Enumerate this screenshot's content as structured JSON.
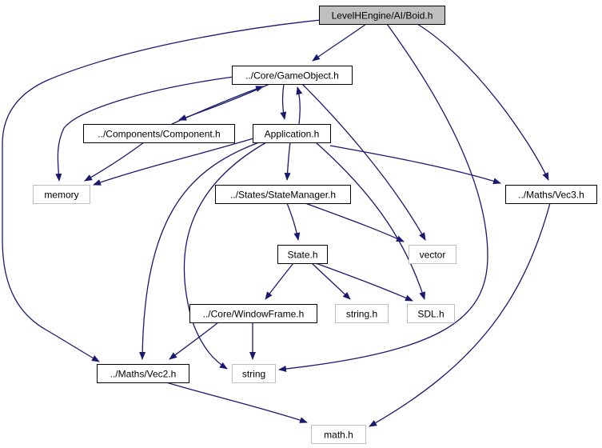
{
  "colors": {
    "edge": "#191970",
    "node_border": "#000000",
    "system_border": "#bfbfbf",
    "root_fill": "#bfbfbf",
    "node_fill": "#ffffff",
    "label_text": "#000000"
  },
  "nodes": [
    {
      "id": "boid",
      "label": "LevelHEngine/AI/Boid.h",
      "kind": "root"
    },
    {
      "id": "gameobject",
      "label": "../Core/GameObject.h",
      "kind": "header"
    },
    {
      "id": "component",
      "label": "../Components/Component.h",
      "kind": "header"
    },
    {
      "id": "application",
      "label": "Application.h",
      "kind": "header"
    },
    {
      "id": "memory",
      "label": "memory",
      "kind": "system"
    },
    {
      "id": "statemanager",
      "label": "../States/StateManager.h",
      "kind": "header"
    },
    {
      "id": "vec3",
      "label": "../Maths/Vec3.h",
      "kind": "header"
    },
    {
      "id": "state",
      "label": "State.h",
      "kind": "header"
    },
    {
      "id": "vector",
      "label": "vector",
      "kind": "system"
    },
    {
      "id": "windowframe",
      "label": "../Core/WindowFrame.h",
      "kind": "header"
    },
    {
      "id": "stringh",
      "label": "string.h",
      "kind": "system"
    },
    {
      "id": "sdl",
      "label": "SDL.h",
      "kind": "system"
    },
    {
      "id": "vec2",
      "label": "../Maths/Vec2.h",
      "kind": "header"
    },
    {
      "id": "string",
      "label": "string",
      "kind": "system"
    },
    {
      "id": "math",
      "label": "math.h",
      "kind": "system"
    }
  ],
  "edges": [
    {
      "from": "boid",
      "to": "gameobject"
    },
    {
      "from": "boid",
      "to": "vec2"
    },
    {
      "from": "boid",
      "to": "string"
    },
    {
      "from": "boid",
      "to": "vec3"
    },
    {
      "from": "gameobject",
      "to": "component"
    },
    {
      "from": "gameobject",
      "to": "memory"
    },
    {
      "from": "gameobject",
      "to": "application"
    },
    {
      "from": "gameobject",
      "to": "vector"
    },
    {
      "from": "component",
      "to": "gameobject"
    },
    {
      "from": "component",
      "to": "memory"
    },
    {
      "from": "application",
      "to": "gameobject"
    },
    {
      "from": "application",
      "to": "memory"
    },
    {
      "from": "application",
      "to": "statemanager"
    },
    {
      "from": "application",
      "to": "vec3"
    },
    {
      "from": "application",
      "to": "vec2"
    },
    {
      "from": "application",
      "to": "string"
    },
    {
      "from": "application",
      "to": "sdl"
    },
    {
      "from": "statemanager",
      "to": "state"
    },
    {
      "from": "statemanager",
      "to": "vector"
    },
    {
      "from": "state",
      "to": "windowframe"
    },
    {
      "from": "state",
      "to": "stringh"
    },
    {
      "from": "state",
      "to": "sdl"
    },
    {
      "from": "windowframe",
      "to": "vec2"
    },
    {
      "from": "windowframe",
      "to": "string"
    },
    {
      "from": "vec2",
      "to": "math"
    },
    {
      "from": "vec3",
      "to": "math"
    }
  ]
}
